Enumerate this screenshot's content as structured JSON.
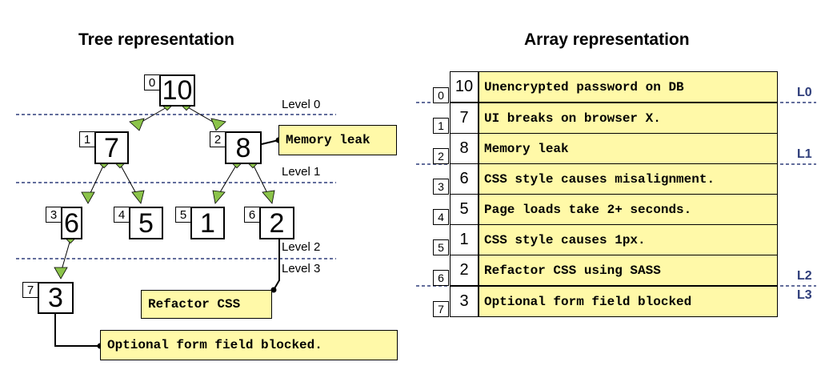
{
  "tree": {
    "title": "Tree representation",
    "levels": [
      "Level 0",
      "Level 1",
      "Level 2",
      "Level 3"
    ],
    "nodes": [
      {
        "index": "0",
        "value": "10"
      },
      {
        "index": "1",
        "value": "7"
      },
      {
        "index": "2",
        "value": "8"
      },
      {
        "index": "3",
        "value": "6"
      },
      {
        "index": "4",
        "value": "5"
      },
      {
        "index": "5",
        "value": "1"
      },
      {
        "index": "6",
        "value": "2"
      },
      {
        "index": "7",
        "value": "3"
      }
    ],
    "callouts": {
      "memory_leak": "Memory leak",
      "refactor_css": "Refactor CSS",
      "optional_form": "Optional form field blocked."
    },
    "colors": {
      "arrow": "#8bc34a",
      "level_line": "#2e3d7a",
      "tag_fill": "#fff9a8"
    }
  },
  "array": {
    "title": "Array representation",
    "levels": [
      "L0",
      "L1",
      "L2",
      "L3"
    ],
    "rows": [
      {
        "index": "0",
        "value": "10",
        "text": "Unencrypted password on DB"
      },
      {
        "index": "1",
        "value": "7",
        "text": "UI breaks on browser X."
      },
      {
        "index": "2",
        "value": "8",
        "text": "Memory leak"
      },
      {
        "index": "3",
        "value": "6",
        "text": "CSS style causes misalignment."
      },
      {
        "index": "4",
        "value": "5",
        "text": "Page loads take 2+ seconds."
      },
      {
        "index": "5",
        "value": "1",
        "text": "CSS style causes 1px."
      },
      {
        "index": "6",
        "value": "2",
        "text": "Refactor CSS using SASS"
      },
      {
        "index": "7",
        "value": "3",
        "text": "Optional form field blocked"
      }
    ]
  }
}
